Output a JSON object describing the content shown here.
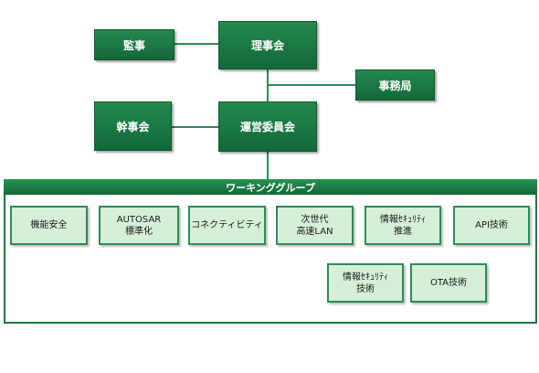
{
  "org": {
    "kansa": "監事",
    "rijikai": "理事会",
    "jimukyoku": "事務局",
    "kanjikai": "幹事会",
    "unei_iinkai": "運営委員会"
  },
  "working_group": {
    "title": "ワーキンググループ",
    "groups": [
      "機能安全",
      "AUTOSAR\n標準化",
      "コネクティビティ",
      "次世代\n高速LAN",
      "情報ｾｷｭﾘﾃｨ\n推進",
      "API技術"
    ],
    "subgroups": [
      "情報ｾｷｭﾘﾃｨ\n技術",
      "OTA技術"
    ]
  },
  "colors": {
    "dark_green": "#1b7a44",
    "light_green": "#d6efd8",
    "connector": "#2e8b57"
  }
}
